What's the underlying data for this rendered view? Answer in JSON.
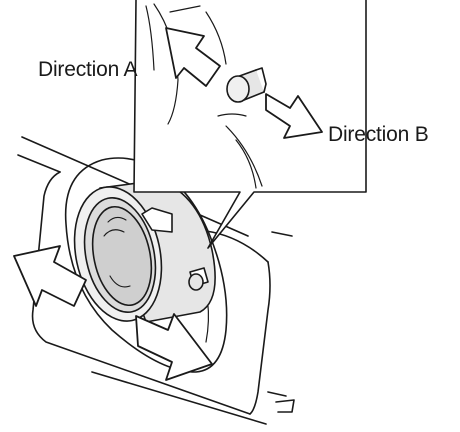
{
  "labels": {
    "direction_a": "Direction A",
    "direction_b": "Direction B"
  },
  "colors": {
    "line": "#1a1a1a",
    "lens_fill": "#e6e6e6",
    "glass_fill": "#cfcfcf",
    "background": "#ffffff"
  },
  "icons": {
    "arrow_a": "outlined-arrow-up-left",
    "arrow_b": "outlined-arrow-down-right",
    "knob": "lens-shift-knob"
  }
}
